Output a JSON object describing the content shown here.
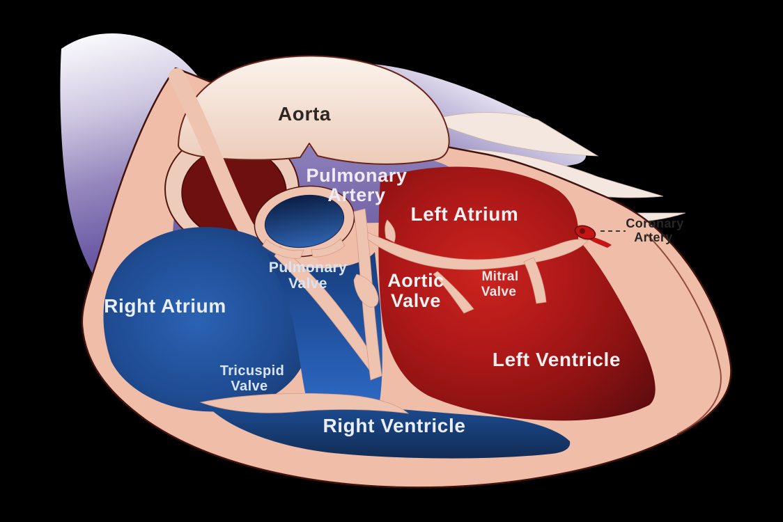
{
  "diagram": {
    "name": "Human heart cross-section anatomy diagram",
    "background": "#000000",
    "labels": {
      "aorta": {
        "text": "Aorta",
        "color": "#2e2724"
      },
      "pulmonary_artery": {
        "line1": "Pulmonary",
        "line2": "Artery",
        "color": "#f0ecf7"
      },
      "left_atrium": {
        "text": "Left Atrium",
        "color": "#f6f0f1"
      },
      "pulmonary_valve": {
        "line1": "Pulmonary",
        "line2": "Valve",
        "color": "#d9e4f4"
      },
      "aortic_valve": {
        "line1": "Aortic",
        "line2": "Valve",
        "color": "#f7f3f3"
      },
      "mitral_valve": {
        "line1": "Mitral",
        "line2": "Valve",
        "color": "#f3e9e9"
      },
      "right_atrium": {
        "text": "Right Atrium",
        "color": "#e9eef9"
      },
      "tricuspid_valve": {
        "line1": "Tricuspid",
        "line2": "Valve",
        "color": "#d9e4f4"
      },
      "left_ventricle": {
        "text": "Left Ventricle",
        "color": "#f7eef0"
      },
      "right_ventricle": {
        "text": "Right Ventricle",
        "color": "#e9eef9"
      },
      "coronary_artery": {
        "line1": "Coronary",
        "line2": "Artery",
        "color": "#262626"
      }
    },
    "colors": {
      "heart_wall": "#f0bda9",
      "wall_outline": "#40130e",
      "oxygenated_red": "#ad1818",
      "deoxygenated_blue": "#1f4c93",
      "vessel_purple": "#6b5aa5",
      "aorta_cream": "#f4e2d5",
      "vein_cream": "#f3e7df",
      "coronary_red": "#c51414"
    }
  }
}
